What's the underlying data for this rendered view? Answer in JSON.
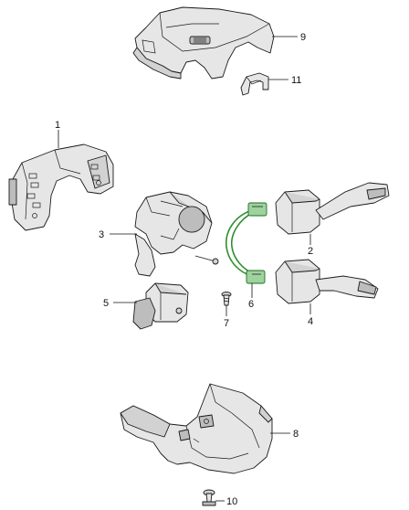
{
  "callouts": {
    "c1": "1",
    "c2": "2",
    "c3": "3",
    "c4": "4",
    "c5": "5",
    "c6": "6",
    "c7": "7",
    "c8": "8",
    "c9": "9",
    "c10": "10",
    "c11": "11"
  },
  "colors": {
    "wiring_harness": "#2f8f2f",
    "connector": "#9fd29f"
  }
}
